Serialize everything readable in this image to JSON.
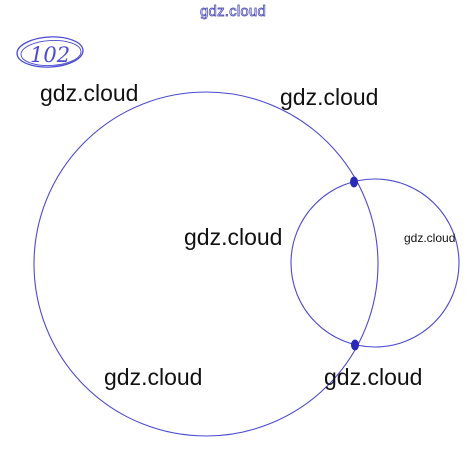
{
  "problem_number": "102",
  "watermarks": {
    "top": "gdz.cloud",
    "w1": "gdz.cloud",
    "w2": "gdz.cloud",
    "w3": "gdz.cloud",
    "w4": "gdz.cloud",
    "w5": "gdz.cloud",
    "w6": "gdz.cloud"
  },
  "colors": {
    "ink": "#4a4ad0",
    "ink_dark": "#2b2bb8",
    "watermark_text": "#111111"
  }
}
